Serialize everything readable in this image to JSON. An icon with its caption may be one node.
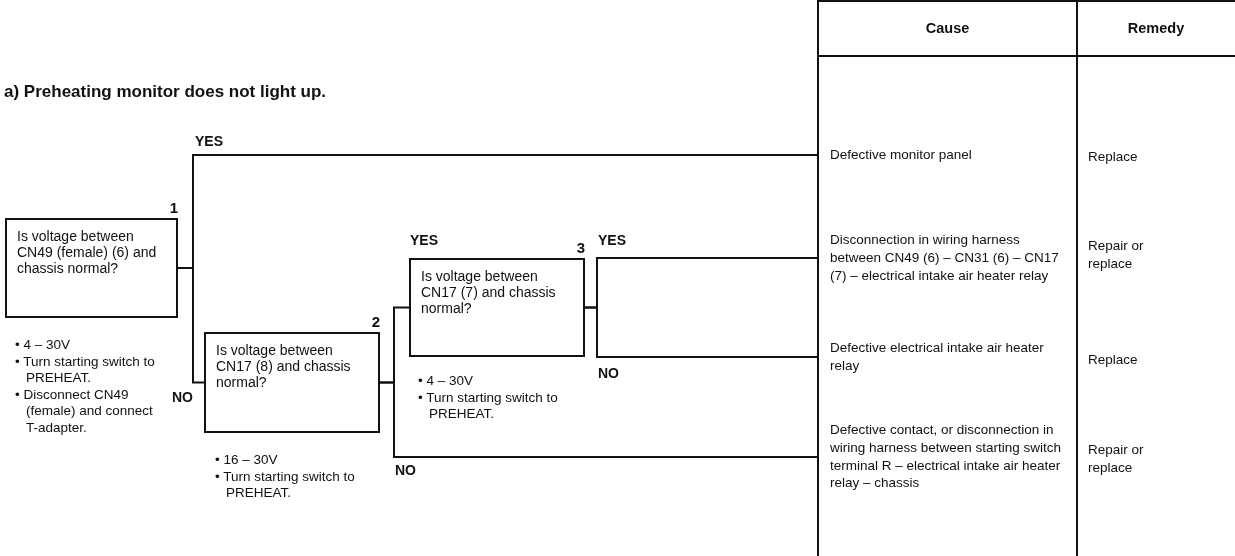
{
  "diagram": {
    "title": "a) Preheating monitor does not light up.",
    "nodes": [
      {
        "text": [
          "1",
          "Is voltage between CN49 (female) (6) and chassis normal?"
        ],
        "beside": [
          "• 4 – 30V",
          "• Turn starting switch to PREHEAT.",
          "• Disconnect CN49 (female) and connect T-adapter."
        ]
      },
      {
        "text": [
          "2",
          "Is voltage between CN17 (8) and chassis normal?"
        ],
        "beside": [
          "• 16 – 30V",
          "• Turn starting switch to PREHEAT."
        ]
      },
      {
        "text": [
          "3",
          "Is voltage between CN17 (7) and chassis normal?"
        ],
        "beside": [
          "• 4 – 30V",
          "• Turn starting switch to PREHEAT."
        ]
      },
      {
        "text": [
          "Defective monitor panel"
        ]
      },
      {
        "text": [
          "Disconnection in wiring harness between CN49 (6) – CN31 (6) – CN17 (7) – electrical intake air heater relay"
        ]
      },
      {
        "text": [
          "Defective electrical intake air heater relay"
        ]
      },
      {
        "text": [
          "Defective contact, or disconnection in wiring harness between starting switch terminal R – electrical intake air heater relay – chassis"
        ]
      }
    ],
    "edges": [
      {
        "from": 0,
        "to": 3,
        "arrow": "none",
        "label": "YES"
      },
      {
        "from": 0,
        "to": 1,
        "arrow": "none",
        "label": "NO"
      },
      {
        "from": 1,
        "to": 2,
        "arrow": "none",
        "label": "YES"
      },
      {
        "from": 1,
        "to": 6,
        "arrow": "none",
        "label": "NO"
      },
      {
        "from": 2,
        "to": 4,
        "arrow": "none",
        "label": "YES"
      },
      {
        "from": 2,
        "to": 5,
        "arrow": "none",
        "label": "NO"
      }
    ],
    "labels": [
      "Cause",
      "Remedy",
      "Replace",
      "Repair or replace",
      "Replace",
      "Repair or replace"
    ]
  }
}
